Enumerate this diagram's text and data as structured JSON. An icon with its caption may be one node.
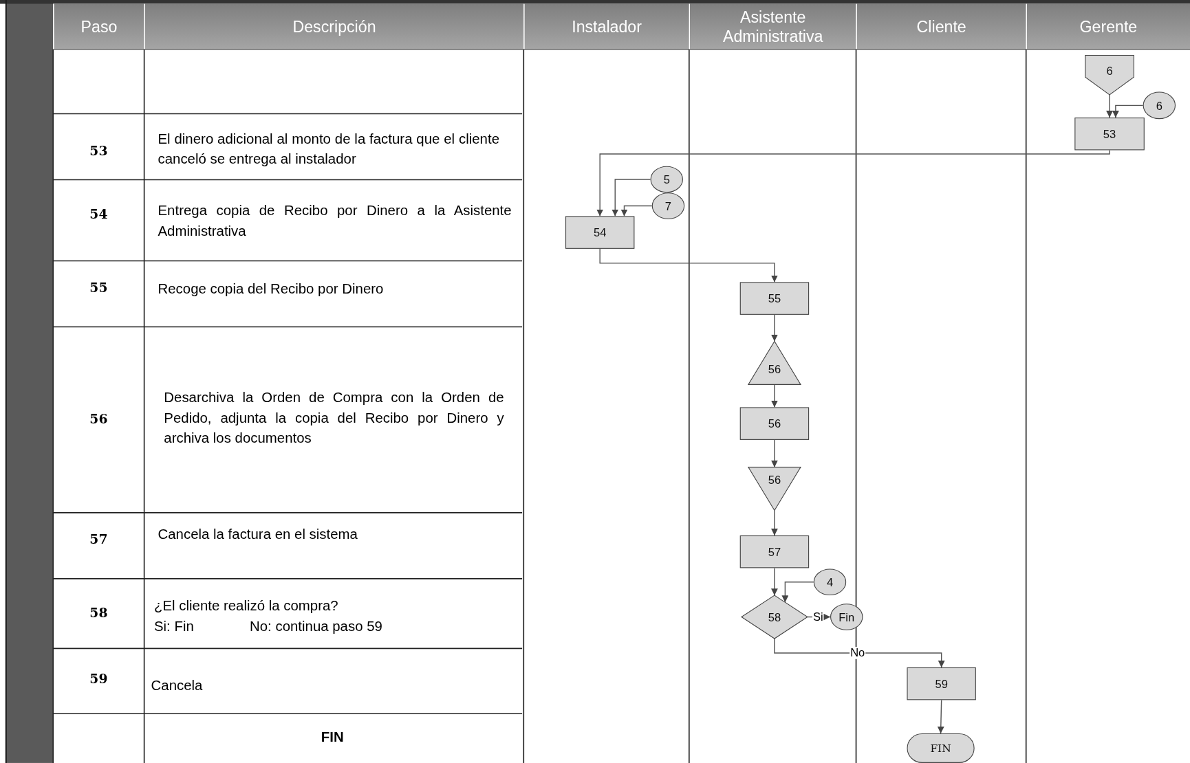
{
  "diagram": {
    "nodes": [
      {
        "text": [
          "6"
        ]
      },
      {
        "text": [
          "6"
        ]
      },
      {
        "text": [
          "53"
        ]
      },
      {
        "text": [
          "5"
        ]
      },
      {
        "text": [
          "7"
        ]
      },
      {
        "text": [
          "54"
        ]
      },
      {
        "text": [
          "55"
        ]
      },
      {
        "text": [
          "56"
        ]
      },
      {
        "text": [
          "56"
        ]
      },
      {
        "text": [
          "56"
        ]
      },
      {
        "text": [
          "57"
        ]
      },
      {
        "text": [
          "4"
        ]
      },
      {
        "text": [
          "58"
        ]
      },
      {
        "text": [
          "Fin"
        ]
      },
      {
        "text": [
          "59"
        ]
      },
      {
        "text": [
          "FIN"
        ]
      }
    ],
    "edges": [
      {
        "from": 0,
        "to": 2,
        "arrow": "to"
      },
      {
        "from": 1,
        "to": 2,
        "arrow": "to"
      },
      {
        "from": 2,
        "to": 5,
        "arrow": "to"
      },
      {
        "from": 3,
        "to": 5,
        "arrow": "to"
      },
      {
        "from": 4,
        "to": 5,
        "arrow": "to"
      },
      {
        "from": 5,
        "to": 6,
        "arrow": "to"
      },
      {
        "from": 6,
        "to": 7,
        "arrow": "to"
      },
      {
        "from": 7,
        "to": 8,
        "arrow": "to"
      },
      {
        "from": 8,
        "to": 9,
        "arrow": "to"
      },
      {
        "from": 9,
        "to": 10,
        "arrow": "to"
      },
      {
        "from": 11,
        "to": 12,
        "arrow": "to"
      },
      {
        "from": 10,
        "to": 12,
        "arrow": "to"
      },
      {
        "from": 12,
        "to": 13,
        "arrow": "to",
        "label": "Si"
      },
      {
        "from": 12,
        "to": 14,
        "arrow": "to",
        "label": "No"
      },
      {
        "from": 14,
        "to": 15,
        "arrow": "to"
      }
    ],
    "labels": [
      "Paso",
      "Descripción",
      "Instalador",
      "Asistente Administrativa",
      "Cliente",
      "Gerente",
      "53",
      "El dinero adicional al monto de la factura que el cliente canceló se entrega al instalador",
      "54",
      "Entrega copia de Recibo por Dinero a la Asistente Administrativa",
      "55",
      "Recoge copia del Recibo por Dinero",
      "56",
      "Desarchiva la Orden de Compra con la Orden de Pedido, adjunta la copia del Recibo por Dinero y archiva los documentos",
      "57",
      "Cancela la factura en el sistema",
      "58",
      "¿El cliente realizó la compra?",
      "Si: Fin",
      "No: continua paso 59",
      "59",
      "Cancela",
      "FIN"
    ]
  }
}
